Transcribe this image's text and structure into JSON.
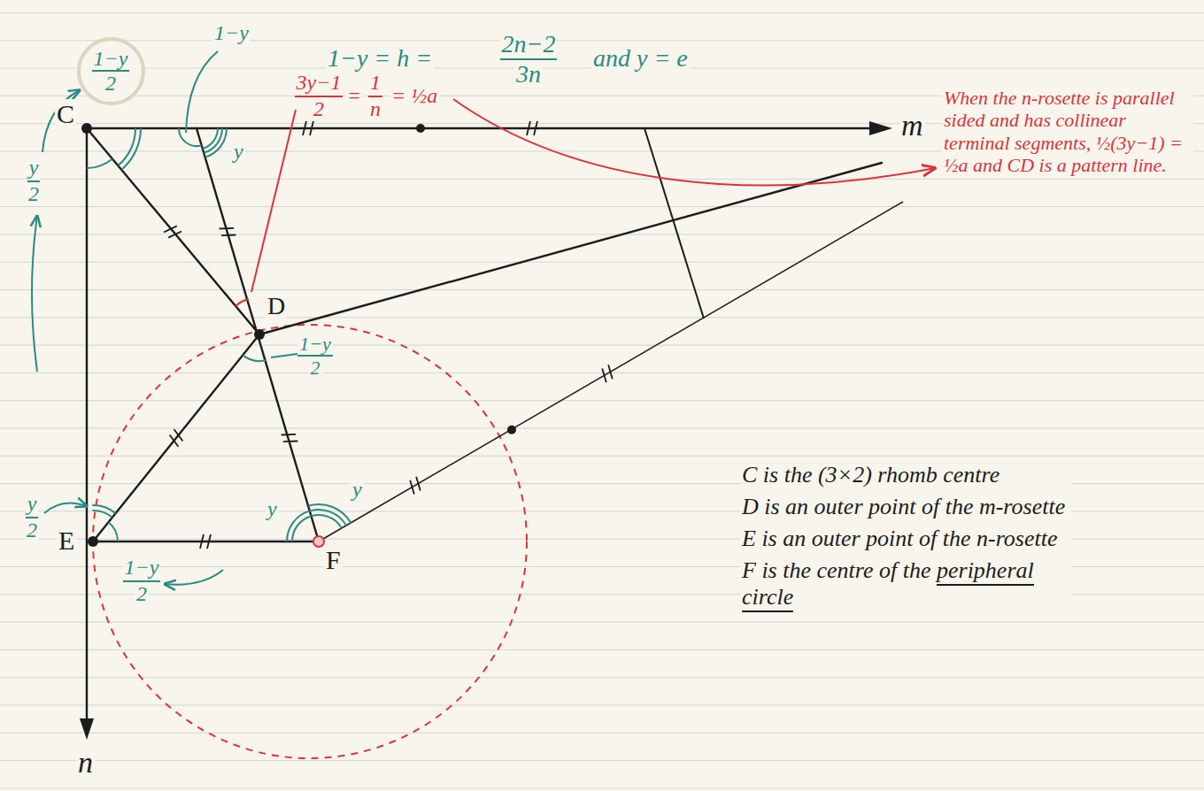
{
  "diagram": {
    "nodes": [
      {
        "text": [
          "1−y",
          "2"
        ]
      }
    ],
    "labels": [
      "1−y = h =",
      "2n−2",
      "3n",
      "and y = e",
      "1−y",
      "C",
      "m",
      "y",
      "y",
      "2",
      "3y−1",
      "2",
      "=",
      "1",
      "n",
      "= ½a",
      "When the n-rosette is parallel sided and has collinear terminal segments, ½(3y−1) = ½a and CD is a pattern line.",
      "D",
      "1−y",
      "2",
      "C is the (3×2) rhomb centre",
      "D is an outer point of the m-rosette",
      "y",
      "2",
      "E",
      "y",
      "y",
      "F",
      "1−y",
      "2",
      "E is an outer point of the n-rosette",
      "F is the centre of the peripheral circle",
      "n"
    ]
  }
}
